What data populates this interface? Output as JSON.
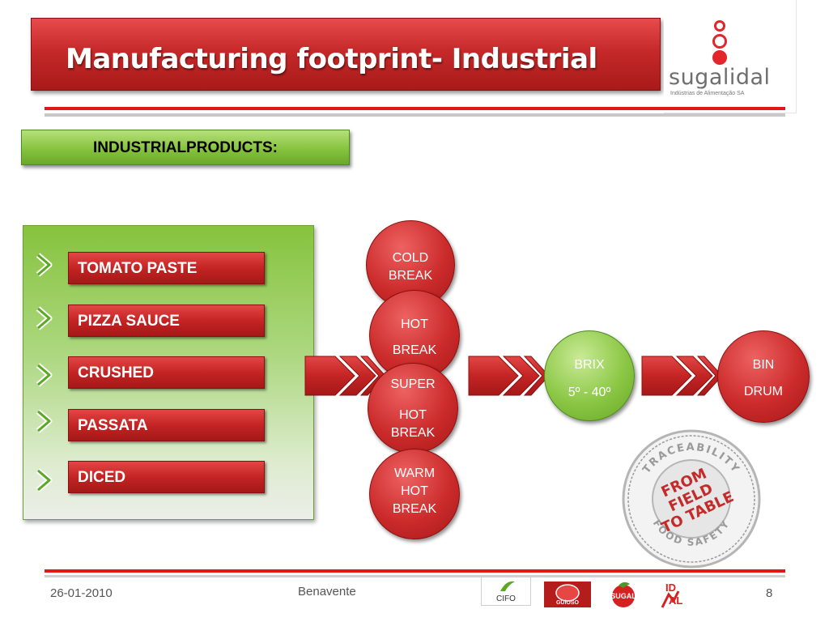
{
  "slide": {
    "title": "Manufacturing footprint- Industrial",
    "section_label": "INDUSTRIALPRODUCTS:"
  },
  "brand": {
    "name": "sugalidal",
    "tagline": "Indústrias de Alimentação SA",
    "accent": "#e3262b"
  },
  "products": [
    {
      "label": "TOMATO PASTE"
    },
    {
      "label": "PIZZA SAUCE"
    },
    {
      "label": "CRUSHED"
    },
    {
      "label": "PASSATA"
    },
    {
      "label": "DICED"
    }
  ],
  "processes": {
    "cold_break": [
      "COLD",
      "BREAK"
    ],
    "hot_break": [
      "HOT",
      "BREAK"
    ],
    "super_hot_break": [
      "SUPER",
      "HOT",
      "BREAK"
    ],
    "warm_hot_break": [
      "WARM",
      "HOT",
      "BREAK"
    ]
  },
  "brix": {
    "label": "BRIX",
    "range": "5º - 40º"
  },
  "packaging": {
    "line1": "BIN",
    "line2": "DRUM"
  },
  "stamp": {
    "top": "TRACEABILITY",
    "center": [
      "FROM",
      "FIELD",
      "TO TABLE"
    ],
    "bottom": "FOOD SAFETY"
  },
  "footer": {
    "date": "26-01-2010",
    "place": "Benavente",
    "page": "8",
    "partner_logos": [
      "CIFO",
      "GUlOSO",
      "SUGAL",
      "IDAL"
    ]
  },
  "colors": {
    "red": "#c62929",
    "green": "#86c33e",
    "rule_red": "#e01818"
  }
}
